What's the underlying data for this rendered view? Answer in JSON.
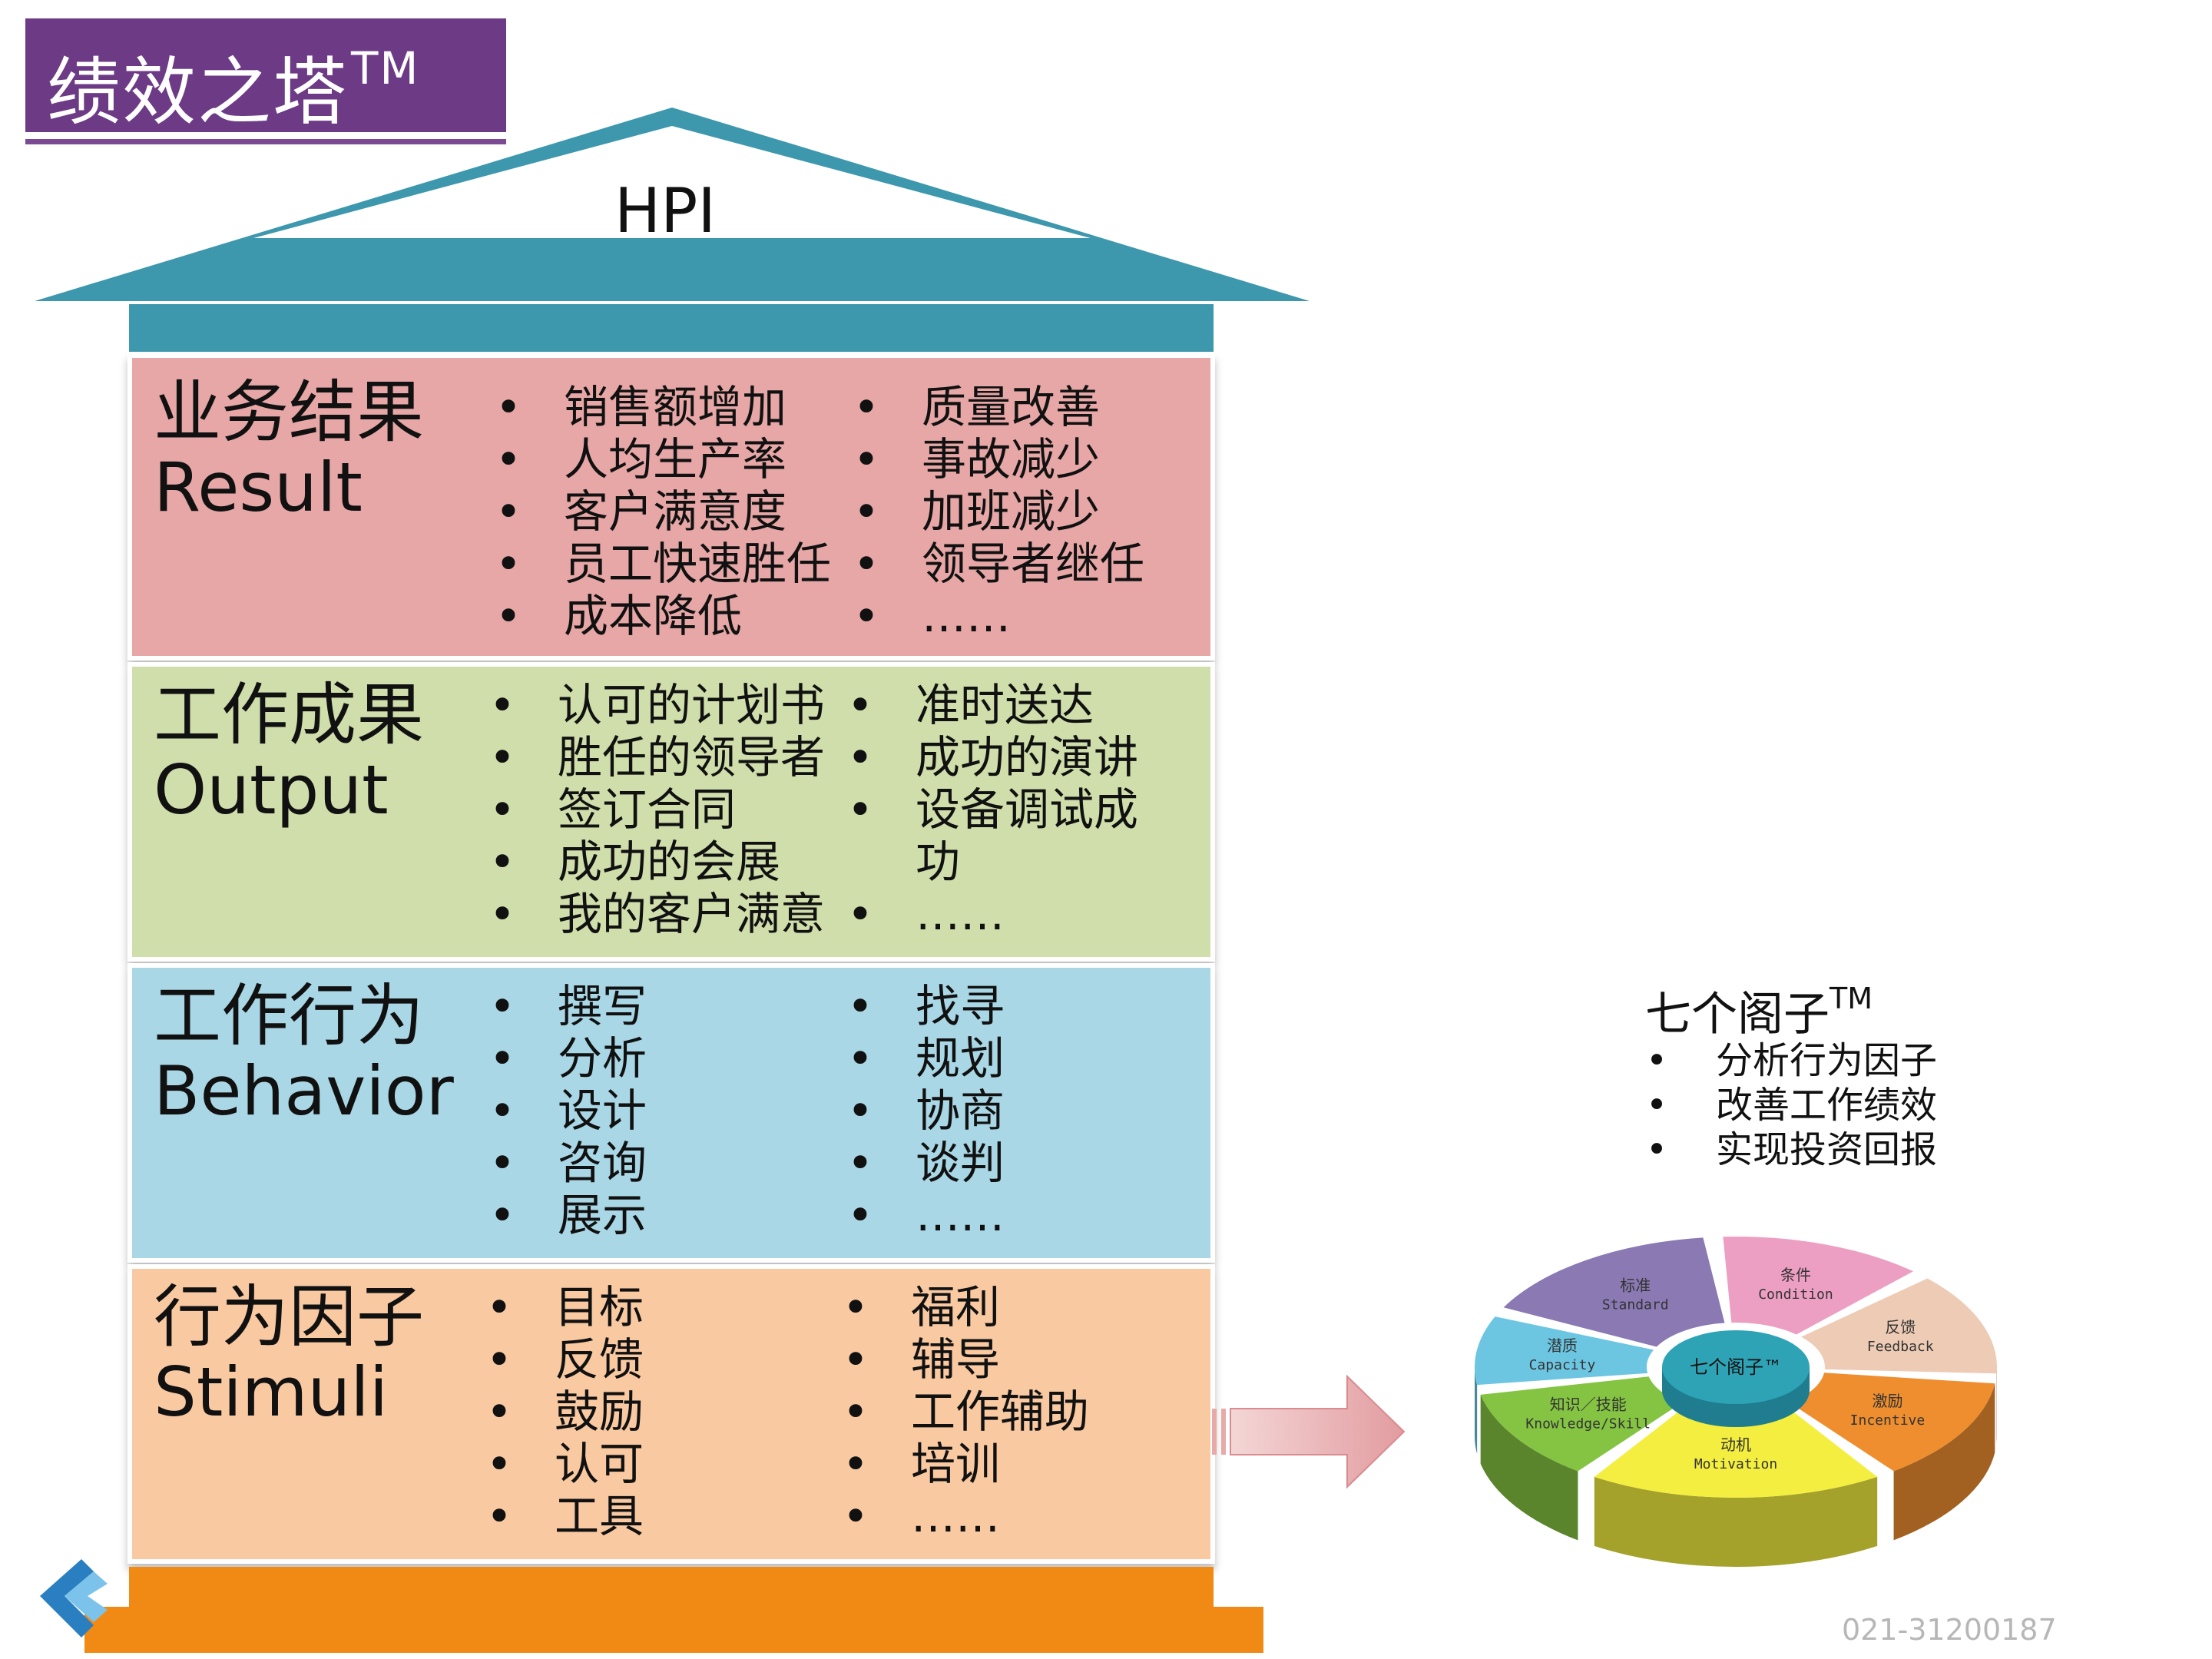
{
  "title": {
    "text": "绩效之塔",
    "tm": "TM"
  },
  "roof_label": "HPI",
  "tiers": [
    {
      "zh": "业务结果",
      "en": "Result",
      "color": "#e6a7a6",
      "col1": [
        "销售额增加",
        "人均生产率",
        "客户满意度",
        "员工快速胜任",
        "成本降低"
      ],
      "col2": [
        "质量改善",
        "事故减少",
        "加班减少",
        "领导者继任",
        "……"
      ]
    },
    {
      "zh": "工作成果",
      "en": "Output",
      "color": "#cfdeab",
      "col1": [
        "认可的计划书",
        "胜任的领导者",
        "签订合同",
        "成功的会展",
        "我的客户满意"
      ],
      "col2": [
        "准时送达",
        "成功的演讲",
        "设备调试成",
        "功",
        "……"
      ],
      "col2_bullets": [
        true,
        true,
        true,
        false,
        true
      ]
    },
    {
      "zh": "工作行为",
      "en": "Behavior",
      "color": "#a9d7e6",
      "col1": [
        "撰写",
        "分析",
        "设计",
        "咨询",
        "展示"
      ],
      "col2": [
        "找寻",
        "规划",
        "协商",
        "谈判",
        "……"
      ]
    },
    {
      "zh": "行为因子",
      "en": "Stimuli",
      "color": "#f9c9a2",
      "col1": [
        "目标",
        "反馈",
        "鼓励",
        "认可",
        "工具"
      ],
      "col2": [
        "福利",
        "辅导",
        "工作辅助",
        "培训",
        "……"
      ]
    }
  ],
  "bullet": "•",
  "seven": {
    "title": "七个阁子",
    "tm": "TM",
    "items": [
      "分析行为因子",
      "改善工作绩效",
      "实现投资回报"
    ],
    "center": "七个阁子™",
    "segments": [
      {
        "zh": "标准",
        "en": "Standard",
        "color": "#8a79b3"
      },
      {
        "zh": "条件",
        "en": "Condition",
        "color": "#ec9fc3"
      },
      {
        "zh": "反馈",
        "en": "Feedback",
        "color": "#edcbb5"
      },
      {
        "zh": "激励",
        "en": "Incentive",
        "color": "#ee8e2f"
      },
      {
        "zh": "动机",
        "en": "Motivation",
        "color": "#f3ee3f"
      },
      {
        "zh": "知识／技能",
        "en": "Knowledge/Skill",
        "color": "#84c442"
      },
      {
        "zh": "潜质",
        "en": "Capacity",
        "color": "#6cc6e2"
      }
    ]
  },
  "phone": "021-31200187",
  "colors": {
    "purple": "#6d3a86",
    "teal": "#3d97ad",
    "orange": "#f18a14",
    "arrow": "#e8a9a9"
  }
}
